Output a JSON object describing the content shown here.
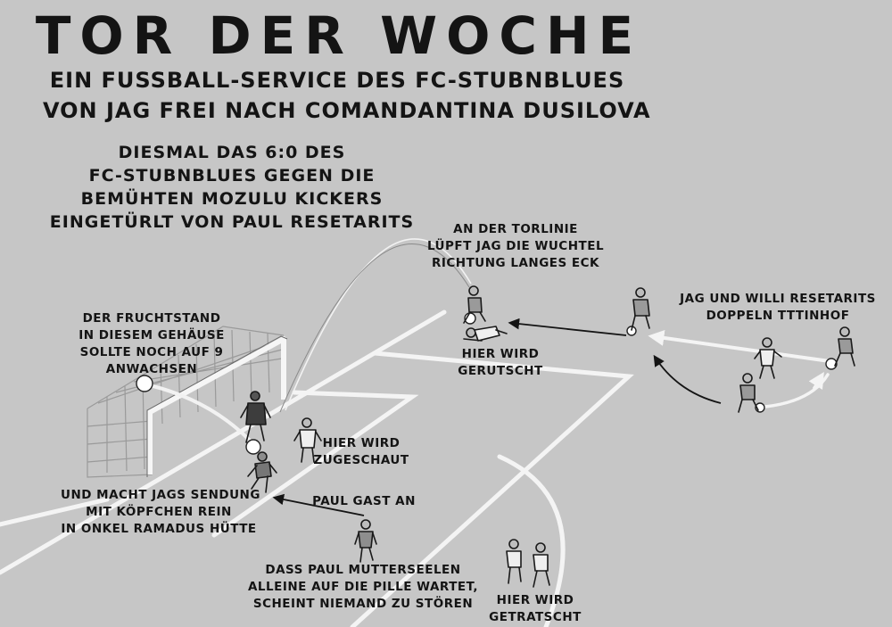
{
  "header": {
    "title": "TOR DER WOCHE",
    "subtitle_1": "EIN FUSSBALL-SERVICE DES FC-STUBNBLUES",
    "subtitle_2": "VON JaG FREI NACH COMANDANTINA DUSILOVA"
  },
  "intro": [
    "DIESMAL DAS 6:0 DES",
    "FC-STUBNBLUES GEGEN DIE",
    "BEMÜHTEN MOZULU KICKERS",
    "EINGETÜRLT VON PAUL RESETARITS"
  ],
  "annotations": {
    "fruchtstand": [
      "DER FRUCHTSTAND",
      "IN DIESEM GEHÄUSE",
      "SOLLTE NOCH AUF 9",
      "ANWACHSEN"
    ],
    "torlinie": [
      "AN DER TORLINIE",
      "LÜPFT JaG DIE WUCHTEL",
      "RICHTUNG LANGES ECK"
    ],
    "doppeln": [
      "JaG UND WILLI RESETARITS",
      "DOPPELN TTTINHOF"
    ],
    "gerutscht": [
      "HIER WIRD",
      "GERUTSCHT"
    ],
    "zugeschaut": [
      "HIER WIRD",
      "ZUGESCHAUT"
    ],
    "sendung": [
      "UND MACHT JaGs SENDUNG",
      "MIT KÖPFCHEN REIN",
      "IN ONKEL RAMADUS HÜTTE"
    ],
    "gast": [
      "PAUL GAST AN"
    ],
    "mutterseelen": [
      "DASS PAUL MUTTERSEELEN",
      "ALLEINE AUF DIE PILLE WARTET,",
      "SCHEINT NIEMAND ZU STÖREN"
    ],
    "getratscht": [
      "HIER WIRD",
      "GETRATSCHT"
    ]
  },
  "colors": {
    "background": "#c6c6c6",
    "lines": "#f4f4f4",
    "ink": "#141414",
    "player": "#bdbdbd"
  }
}
